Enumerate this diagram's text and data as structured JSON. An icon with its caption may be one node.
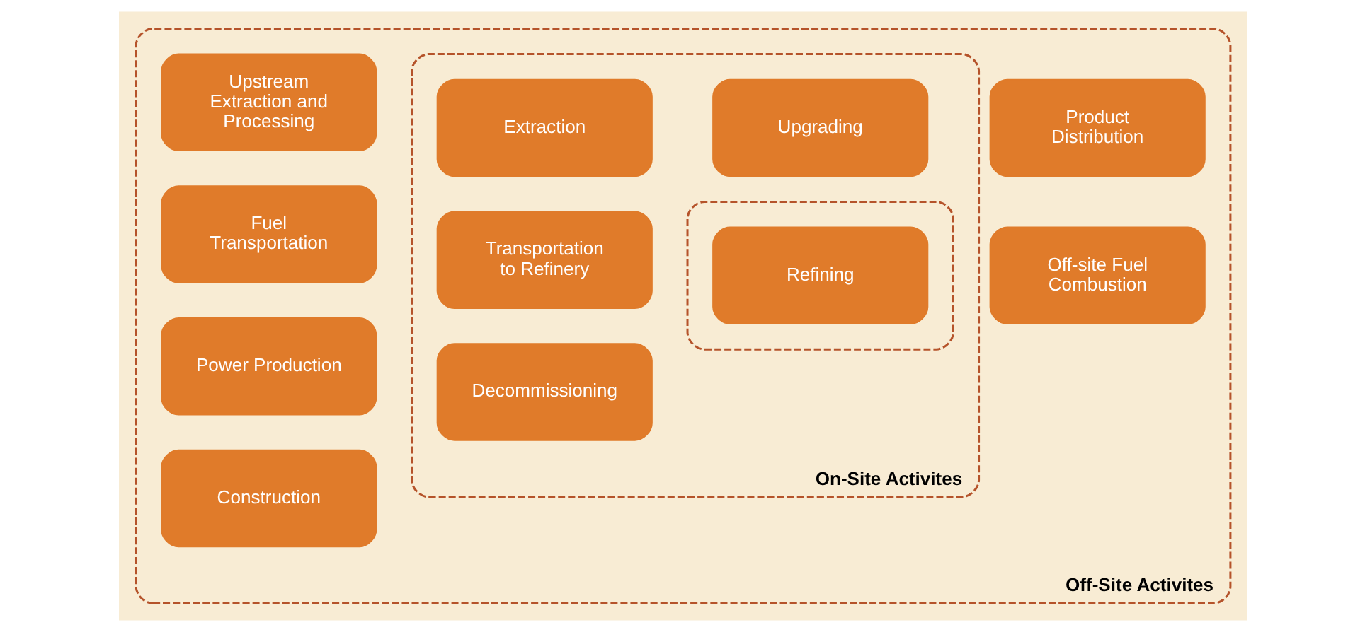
{
  "diagram": {
    "nodes": [
      {
        "text": [
          "Off-Site Activites"
        ]
      },
      {
        "text": [
          "Upstream Extraction and Processing"
        ],
        "in": 0
      },
      {
        "text": [
          "Fuel Transportation"
        ],
        "in": 0
      },
      {
        "text": [
          "Power Production"
        ],
        "in": 0
      },
      {
        "text": [
          "Construction"
        ],
        "in": 0
      },
      {
        "text": [
          "On-Site Activites"
        ],
        "in": 0
      },
      {
        "text": [
          "Extraction"
        ],
        "in": 5
      },
      {
        "text": [
          "Upgrading"
        ],
        "in": 5
      },
      {
        "text": [
          "Transportation to Refinery"
        ],
        "in": 5
      },
      {
        "text": [],
        "shape": "box",
        "in": 5
      },
      {
        "text": [
          "Refining"
        ],
        "in": 9
      },
      {
        "text": [
          "Decommissioning"
        ],
        "in": 5
      },
      {
        "text": [
          "Product Distribution"
        ],
        "in": 0
      },
      {
        "text": [
          "Off-site Fuel Combustion"
        ],
        "in": 0
      }
    ],
    "edges": []
  }
}
